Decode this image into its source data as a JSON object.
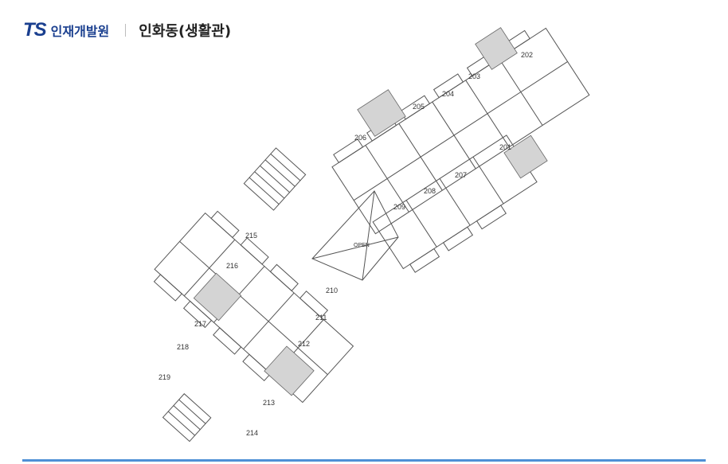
{
  "header": {
    "logo_mark": "TS",
    "org_name": "인재개발원",
    "page_title": "인화동(생활관)",
    "brand_color": "#1a3f8f",
    "rule_color": "#4f90d6"
  },
  "floor_plan": {
    "open_label": "OPEN",
    "rooms": [
      "201",
      "202",
      "203",
      "204",
      "205",
      "206",
      "207",
      "208",
      "209",
      "210",
      "211",
      "212",
      "213",
      "214",
      "215",
      "216",
      "217",
      "218",
      "219"
    ]
  }
}
